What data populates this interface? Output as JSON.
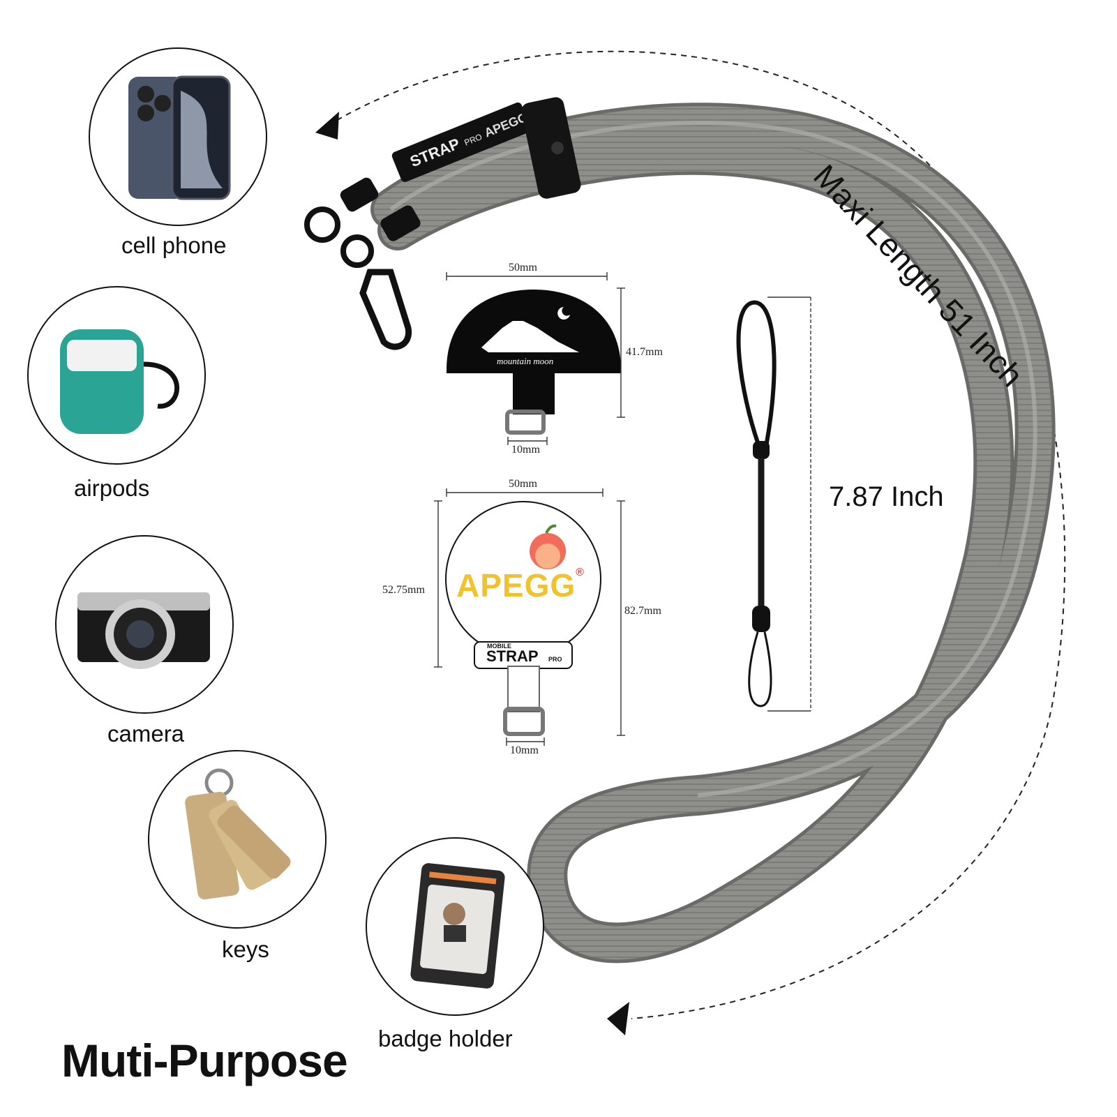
{
  "title": "Muti-Purpose",
  "length_label": "Maxi Length 51 Inch",
  "wrist_strap_label": "7.87 Inch",
  "uses": [
    {
      "label": "cell phone",
      "icon": "phone-icon"
    },
    {
      "label": "airpods",
      "icon": "airpods-icon"
    },
    {
      "label": "camera",
      "icon": "camera-icon"
    },
    {
      "label": "keys",
      "icon": "keys-icon"
    },
    {
      "label": "badge holder",
      "icon": "badge-holder-icon"
    }
  ],
  "patch_black": {
    "text": "mountain moon",
    "width": "50mm",
    "height": "41.7mm",
    "loop_width": "10mm"
  },
  "patch_white": {
    "brand": "APEGG",
    "brand_mark": "®",
    "strap_small": "MOBILE",
    "strap_big": "STRAP",
    "strap_pro": "PRO",
    "width": "50mm",
    "head_height": "52.75mm",
    "total_height": "82.7mm",
    "loop_width": "10mm"
  },
  "colors": {
    "strap_gray": "#8c8d8a",
    "strap_dark": "#6e6f6c",
    "strap_light": "#a9aaa6",
    "black": "#111111"
  }
}
